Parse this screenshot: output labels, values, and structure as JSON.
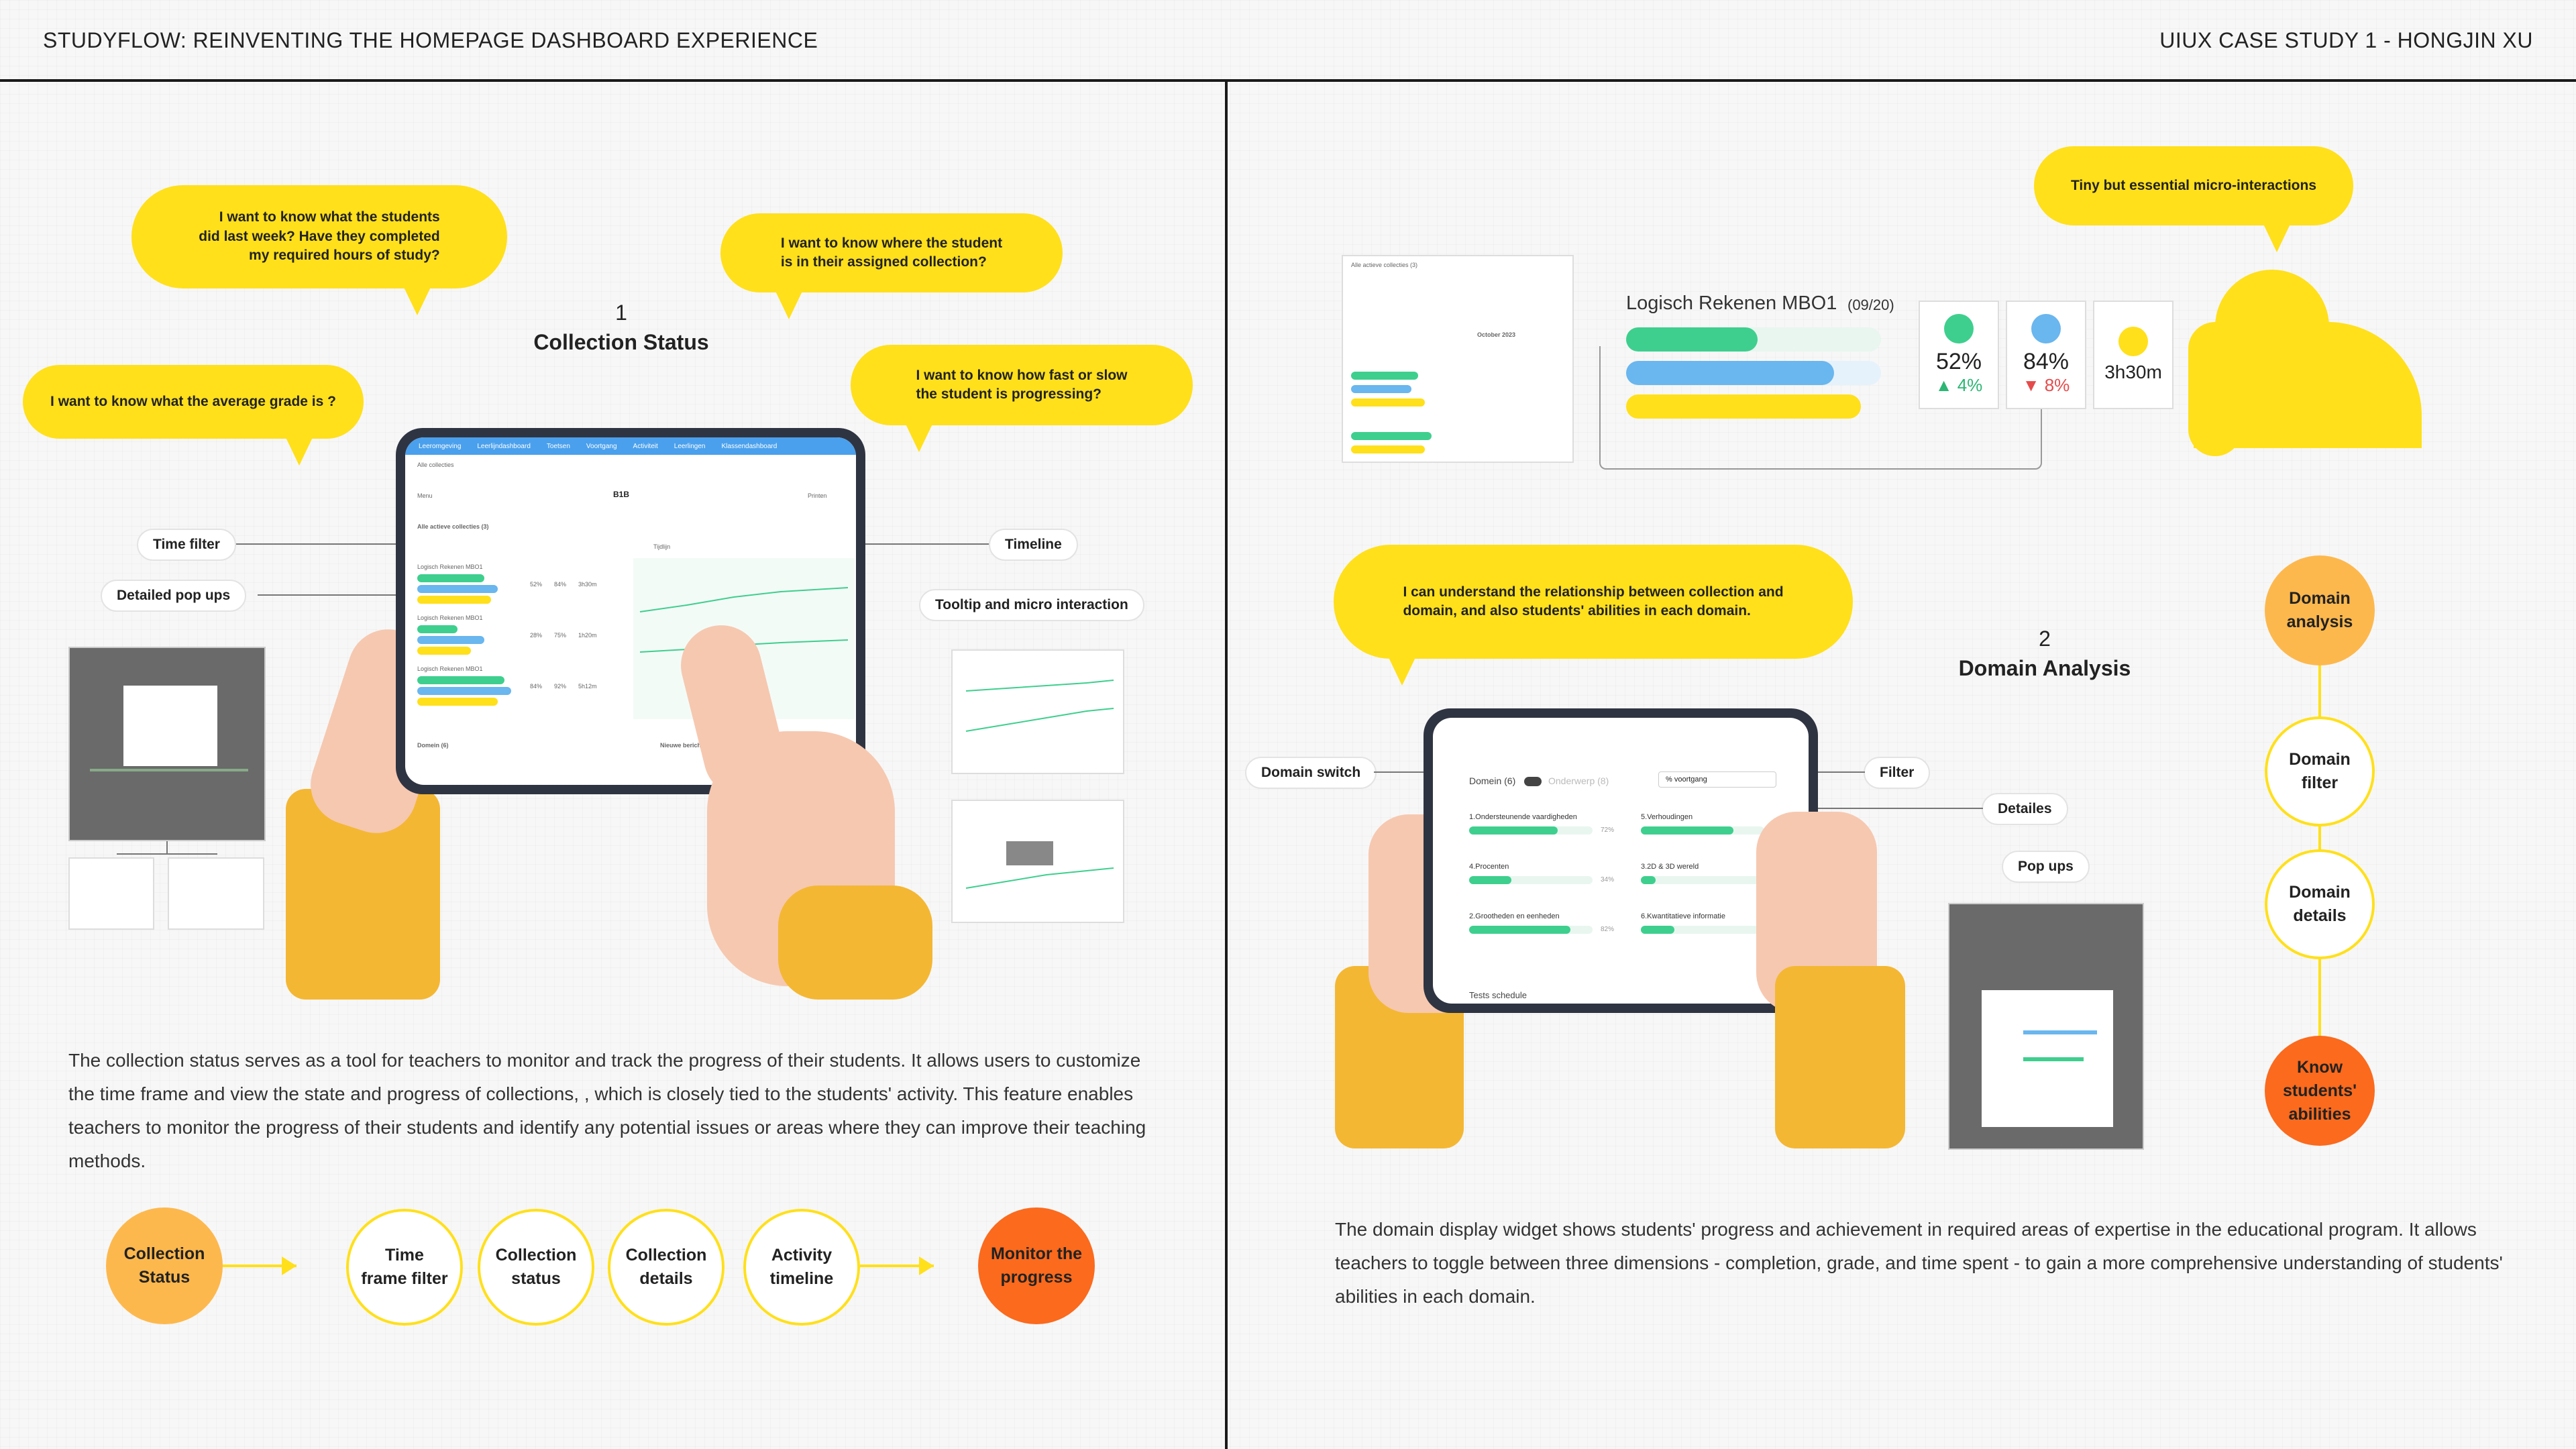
{
  "header": {
    "title_left": "STUDYFLOW: REINVENTING THE HOMEPAGE DASHBOARD EXPERIENCE",
    "title_right": "UIUX CASE STUDY 1 - HONGJIN XU"
  },
  "colors": {
    "accent_yellow": "#ffe01b",
    "orange": "#fdb84d",
    "red_orange": "#fb6a1d",
    "teal": "#3ecf8e",
    "blue": "#6ab6ee"
  },
  "left": {
    "bubbles": {
      "last_week": "I want to know what the students\ndid last week? Have they completed\nmy required hours of study?",
      "where": "I want to know where the student\nis in their assigned collection?",
      "average": "I want to know what the average grade is ?",
      "fast_slow": "I want to know how fast or slow\nthe student is progressing?"
    },
    "section_number": "1",
    "section_title": "Collection Status",
    "labels": {
      "time_filter": "Time filter",
      "detailed_popups": "Detailed pop ups",
      "timeline": "Timeline",
      "tooltip": "Tooltip and micro interaction"
    },
    "tablet": {
      "nav": [
        "Leeromgeving",
        "Leerlijndashboard",
        "Toetsen",
        "Voortgang",
        "Activiteit",
        "Leerlingen",
        "Klassendashboard"
      ],
      "breadcrumb": "Alle collecties",
      "menu": "Menu",
      "class": "B1B",
      "print": "Printen",
      "active_collections": "Alle actieve collecties (3)",
      "collection_name": "Logisch Rekenen MBO1",
      "timeline_label": "Tijdlijn",
      "domain_label": "Domein (6)",
      "news_label": "Nieuwe berichten",
      "rows": [
        {
          "pct1": "52%",
          "pct2": "84%",
          "time": "3h30m"
        },
        {
          "pct1": "28%",
          "pct2": "75%",
          "time": "1h20m"
        },
        {
          "pct1": "84%",
          "pct2": "92%",
          "time": "5h12m"
        }
      ]
    },
    "paragraph": "The collection status serves as a tool for teachers to monitor and track the progress of their students. It allows users to customize the time frame and view the state and progress of collections, , which is closely tied to the students' activity. This feature enables teachers to monitor the progress of their students and identify any potential issues or areas where they can improve their teaching methods.",
    "flow": {
      "start": "Collection\nStatus",
      "steps": [
        "Time\nframe filter",
        "Collection\nstatus",
        "Collection\ndetails",
        "Activity\ntimeline"
      ],
      "end": "Monitor the\nprogress"
    }
  },
  "right": {
    "bubble_micro": "Tiny but essential micro-interactions",
    "widget": {
      "title": "Logisch Rekenen MBO1",
      "count": "(09/20)",
      "stat1": "52%",
      "delta1": "4%",
      "stat2": "84%",
      "delta2": "8%",
      "stat3": "3h30m",
      "calendar_month": "October 2023",
      "collections_label": "Alle actieve collecties (3)"
    },
    "bubble_relationship": "I can understand the relationship between collection and\ndomain, and also students' abilities in each domain.",
    "section_number": "2",
    "section_title": "Domain Analysis",
    "labels": {
      "domain_switch": "Domain switch",
      "filter": "Filter",
      "details": "Detailes",
      "popups": "Pop ups"
    },
    "tablet": {
      "domain_label": "Domein (6)",
      "subject_label": "Onderwerp (8)",
      "filter_label": "% voortgang",
      "domains": [
        {
          "name": "1.Ondersteunende vaardigheden",
          "pct": "72%",
          "fill": 0.72
        },
        {
          "name": "4.Procenten",
          "pct": "34%",
          "fill": 0.34
        },
        {
          "name": "2.Grootheden en eenheden",
          "pct": "82%",
          "fill": 0.82
        },
        {
          "name": "5.Verhoudingen",
          "pct": "75%",
          "fill": 0.75
        },
        {
          "name": "3.2D & 3D wereld",
          "pct": "12%",
          "fill": 0.12
        },
        {
          "name": "6.Kwantitatieve informatie",
          "pct": "27%",
          "fill": 0.27
        }
      ],
      "tests_label": "Tests schedule"
    },
    "vertical_flow": [
      "Domain\nanalysis",
      "Domain\nfilter",
      "Domain\ndetails",
      "Know\nstudents'\nabilities"
    ],
    "paragraph": "The domain display widget shows students' progress and achievement in required areas of expertise in the educational program. It allows teachers to toggle between three dimensions - completion, grade, and time spent - to gain a more comprehensive understanding of students' abilities in each domain."
  }
}
